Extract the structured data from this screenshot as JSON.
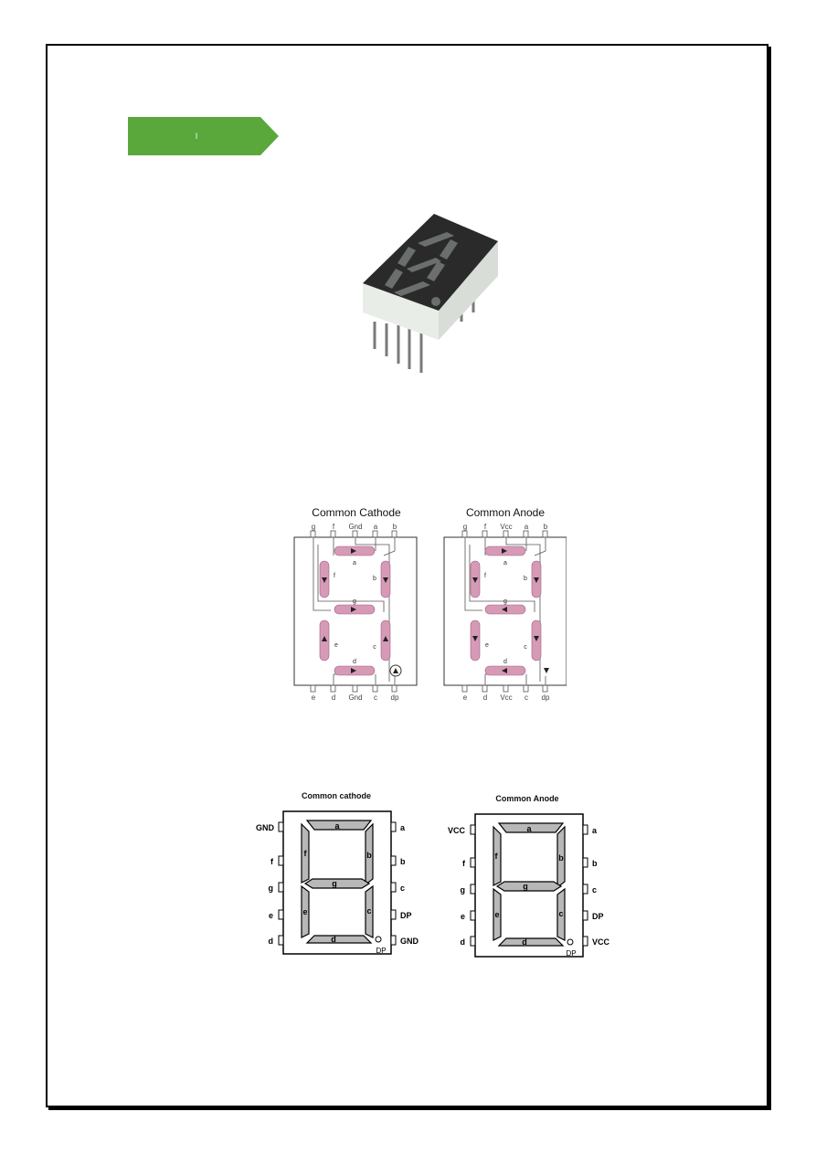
{
  "header": {
    "tag_label": "l"
  },
  "photo": {
    "name": "seven-segment-display-photo"
  },
  "figure1": {
    "left_title": "Common Cathode",
    "right_title": "Common Anode",
    "left_top_pins": [
      "g",
      "f",
      "Gnd",
      "a",
      "b"
    ],
    "left_bottom_pins": [
      "e",
      "d",
      "Gnd",
      "c",
      "dp"
    ],
    "right_top_pins": [
      "g",
      "f",
      "Vcc",
      "a",
      "b"
    ],
    "right_bottom_pins": [
      "e",
      "d",
      "Vcc",
      "c",
      "dp"
    ],
    "segments": [
      "a",
      "b",
      "c",
      "d",
      "e",
      "f",
      "g"
    ]
  },
  "figure2": {
    "left_title": "Common cathode",
    "right_title": "Common Anode",
    "left_pins_left": [
      "GND",
      "f",
      "g",
      "e",
      "d"
    ],
    "left_pins_right": [
      "a",
      "b",
      "c",
      "DP",
      "GND"
    ],
    "right_pins_left": [
      "VCC",
      "f",
      "g",
      "e",
      "d"
    ],
    "right_pins_right": [
      "a",
      "b",
      "c",
      "DP",
      "VCC"
    ],
    "segments": [
      "a",
      "b",
      "c",
      "d",
      "e",
      "f",
      "g"
    ],
    "dp_label": "DP"
  }
}
